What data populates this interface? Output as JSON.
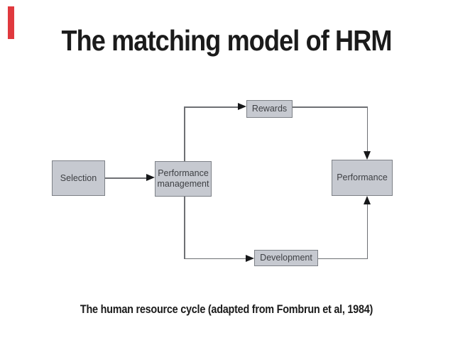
{
  "slide": {
    "title": "The matching model of HRM",
    "caption": "The human resource cycle (adapted from Fombrun et al, 1984)",
    "colors": {
      "accent": "#e0393e",
      "node-fill": "#c6c9d0",
      "node-border": "#7d8187",
      "node-text": "#3e4044",
      "line": "#6e7074",
      "arrow": "#17181a",
      "title-text": "#1b1b1b"
    },
    "diagram": {
      "type": "flow",
      "nodes": [
        {
          "id": "selection",
          "label": "Selection"
        },
        {
          "id": "performance-management",
          "label": "Performance management"
        },
        {
          "id": "rewards",
          "label": "Rewards"
        },
        {
          "id": "development",
          "label": "Development"
        },
        {
          "id": "performance",
          "label": "Performance"
        }
      ],
      "edges": [
        {
          "from": "selection",
          "to": "performance-management"
        },
        {
          "from": "performance-management",
          "to": "rewards"
        },
        {
          "from": "rewards",
          "to": "performance"
        },
        {
          "from": "performance-management",
          "to": "development"
        },
        {
          "from": "development",
          "to": "performance"
        }
      ]
    }
  }
}
